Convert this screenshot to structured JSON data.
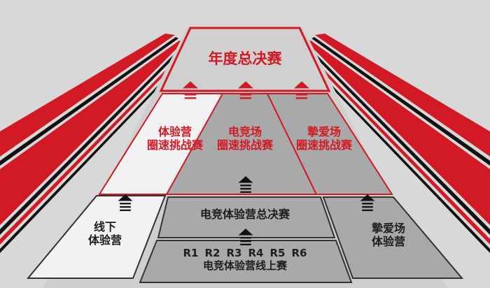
{
  "colors": {
    "background": "#d8d8d8",
    "accent_red": "#d11a25",
    "panel_white": "#f2f2f2",
    "panel_gray": "#a9a9a9",
    "text_dark": "#1e1e1e"
  },
  "final": {
    "title": "年度总决赛"
  },
  "challenges": [
    {
      "line1": "体验营",
      "line2": "圈速挑战赛"
    },
    {
      "line1": "电竞场",
      "line2": "圈速挑战赛"
    },
    {
      "line1": "摯爱场",
      "line2": "圈速挑战赛"
    }
  ],
  "offline": {
    "line1": "线下",
    "line2": "体验营"
  },
  "esports_final": {
    "title": "电竞体验营总决赛"
  },
  "fan_venue": {
    "line1": "摯爱场",
    "line2": "体验营"
  },
  "online": {
    "rounds": [
      "R1",
      "R2",
      "R3",
      "R4",
      "R5",
      "R6"
    ],
    "title": "电竞体验营线上赛"
  },
  "icons": [
    "arrow-up-icon"
  ]
}
